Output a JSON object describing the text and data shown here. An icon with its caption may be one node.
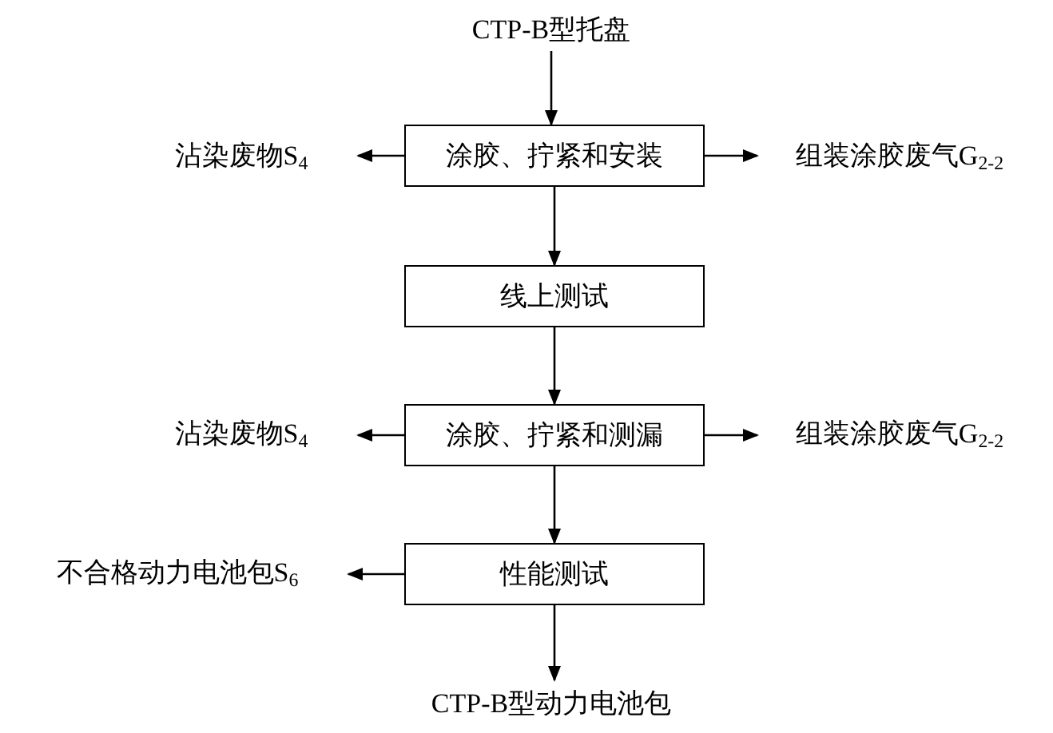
{
  "diagram": {
    "nodes": [
      {
        "text": [
          "CTP-B型托盘"
        ]
      },
      {
        "text": [
          "涂胶、拧紧和安装"
        ]
      },
      {
        "text": [
          "沾染废物S$_{4}$"
        ]
      },
      {
        "text": [
          "组装涂胶废气G$_{2-2}$"
        ]
      },
      {
        "text": [
          "线上测试"
        ]
      },
      {
        "text": [
          "涂胶、拧紧和测漏"
        ]
      },
      {
        "text": [
          "沾染废物S$_{4}$"
        ]
      },
      {
        "text": [
          "组装涂胶废气G$_{2-2}$"
        ]
      },
      {
        "text": [
          "性能测试"
        ]
      },
      {
        "text": [
          "不合格动力电池包S$_{6}$"
        ]
      },
      {
        "text": [
          "CTP-B型动力电池包"
        ]
      }
    ],
    "edges": [
      {
        "from": 0,
        "to": 1,
        "arrow": "to"
      },
      {
        "from": 1,
        "to": 2,
        "arrow": "to"
      },
      {
        "from": 1,
        "to": 3,
        "arrow": "to"
      },
      {
        "from": 1,
        "to": 4,
        "arrow": "to"
      },
      {
        "from": 4,
        "to": 5,
        "arrow": "to"
      },
      {
        "from": 5,
        "to": 6,
        "arrow": "to"
      },
      {
        "from": 5,
        "to": 7,
        "arrow": "to"
      },
      {
        "from": 5,
        "to": 8,
        "arrow": "to"
      },
      {
        "from": 8,
        "to": 9,
        "arrow": "to"
      },
      {
        "from": 8,
        "to": 10,
        "arrow": "to"
      }
    ]
  }
}
